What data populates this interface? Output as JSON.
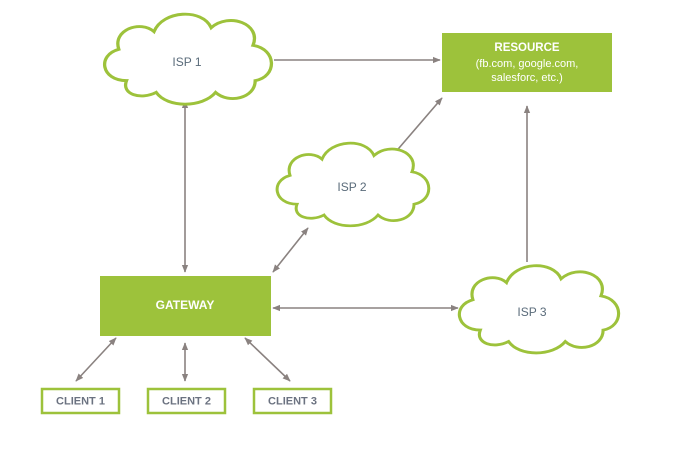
{
  "nodes": {
    "isp1": {
      "label": "ISP 1"
    },
    "isp2": {
      "label": "ISP 2"
    },
    "isp3": {
      "label": "ISP 3"
    },
    "resource": {
      "title": "RESOURCE",
      "line1": "(fb.com, google.com,",
      "line2": "salesforc, etc.)"
    },
    "gateway": {
      "label": "GATEWAY"
    },
    "client1": {
      "label": "CLIENT 1"
    },
    "client2": {
      "label": "CLIENT 2"
    },
    "client3": {
      "label": "CLIENT 3"
    }
  },
  "colors": {
    "accent": "#9dc23b",
    "box_text": "#ffffff",
    "node_text": "#5a6b7a",
    "client_text": "#6b7280",
    "arrow": "#8a8280"
  }
}
